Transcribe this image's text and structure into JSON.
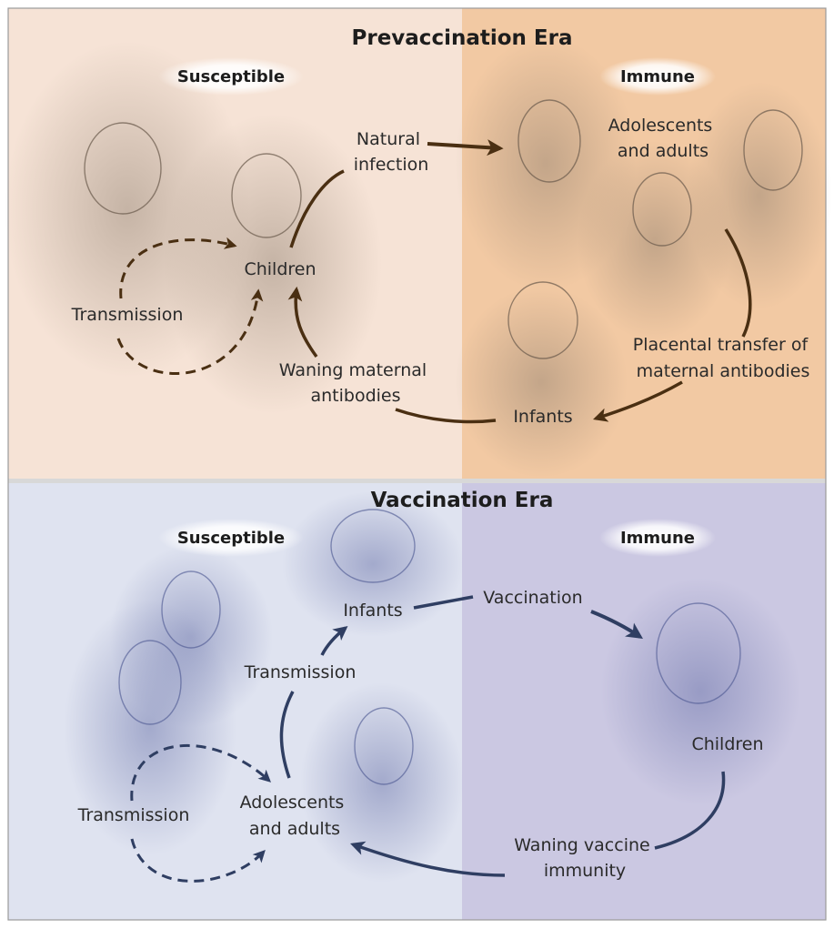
{
  "colors": {
    "pre_left_bg": "#f6e3d6",
    "pre_right_bg": "#f2c9a3",
    "vac_left_bg": "#dfe3f0",
    "vac_right_bg": "#cbc8e2",
    "pre_arrow": "#4a2f12",
    "vac_arrow": "#2f3e62"
  },
  "prevaccination": {
    "title": "Prevaccination Era",
    "susceptible": "Susceptible",
    "immune": "Immune",
    "natural_infection": [
      "Natural",
      "infection"
    ],
    "adolescents_adults": [
      "Adolescents",
      "and adults"
    ],
    "children": "Children",
    "transmission": "Transmission",
    "placental": [
      "Placental transfer of",
      "maternal antibodies"
    ],
    "waning": [
      "Waning maternal",
      "antibodies"
    ],
    "infants": "Infants"
  },
  "vaccination": {
    "title": "Vaccination Era",
    "susceptible": "Susceptible",
    "immune": "Immune",
    "infants": "Infants",
    "vaccination": "Vaccination",
    "transmission_top": "Transmission",
    "transmission_left": "Transmission",
    "children": "Children",
    "adolescents_adults": [
      "Adolescents",
      "and adults"
    ],
    "waning": [
      "Waning vaccine",
      "immunity"
    ]
  }
}
